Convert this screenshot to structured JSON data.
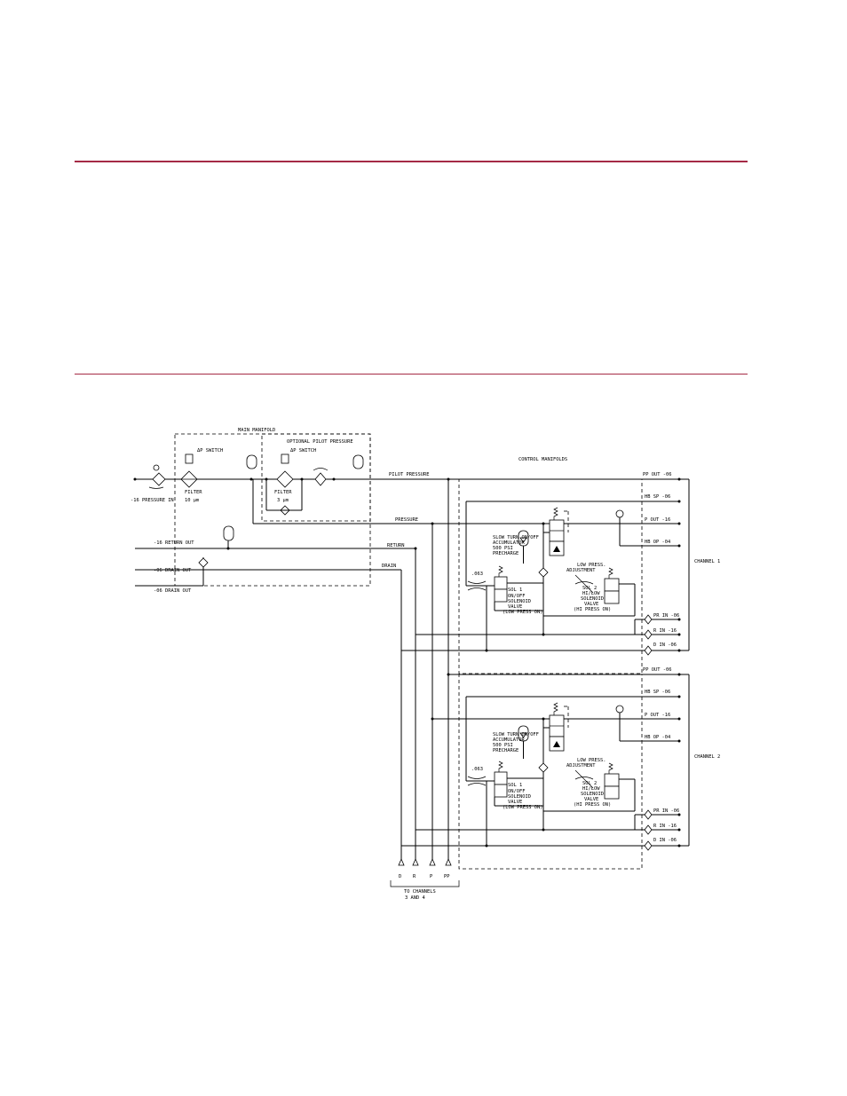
{
  "diagram": {
    "boxes": {
      "main_manifold": "MAIN MANIFOLD",
      "optional_pilot": "OPTIONAL PILOT PRESSURE",
      "control_manifolds": "CONTROL MANIFOLDS"
    },
    "left": {
      "dp_switch_1": "ΔP SWITCH",
      "dp_switch_2": "ΔP SWITCH",
      "filter1": "FILTER",
      "filter1_rating": "10 μm",
      "filter2": "FILTER",
      "filter2_rating": "3 μm",
      "pressure_in": "-16 PRESSURE IN",
      "return_out": "-16 RETURN OUT",
      "drain_out_1": "-06 DRAIN OUT",
      "drain_out_2": "-06 DRAIN OUT"
    },
    "lines": {
      "pilot_pressure": "PILOT PRESSURE",
      "pressure": "PRESSURE",
      "return": "RETURN",
      "drain": "DRAIN"
    },
    "channel_block": {
      "slow_turn": "SLOW TURN ON/OFF",
      "accumulator": "ACCUMULATOR",
      "psi": "500 PSI",
      "precharge": "PRECHARGE",
      "low_press": "LOW PRESS.",
      "adjustment": "ADJUSTMENT",
      "sol1": "SOL 1",
      "sol1_l1": "ON/OFF",
      "sol1_l2": "SOLENOID",
      "sol1_l3": "VALVE",
      "sol1_l4": "(LOW PRESS ON)",
      "sol2": "SOL 2",
      "sol2_l1": "HI/LOW",
      "sol2_l2": "SOLENOID",
      "sol2_l3": "VALVE",
      "sol2_l4": "(HI PRESS ON)",
      "orifice": ".063"
    },
    "ports": {
      "pp_out": "PP OUT -06",
      "hb_sp": "HB SP -06",
      "p_out": "P OUT -16",
      "hb_op": "HB OP -04",
      "pr_in": "PR IN -06",
      "r_in": "R IN -16",
      "d_in": "D IN -06"
    },
    "channels": {
      "ch1": "CHANNEL 1",
      "ch2": "CHANNEL 2"
    },
    "bottom": {
      "d": "D",
      "r": "R",
      "p": "P",
      "pp": "PP",
      "to_channels_1": "TO CHANNELS",
      "to_channels_2": "3 AND 4"
    }
  }
}
